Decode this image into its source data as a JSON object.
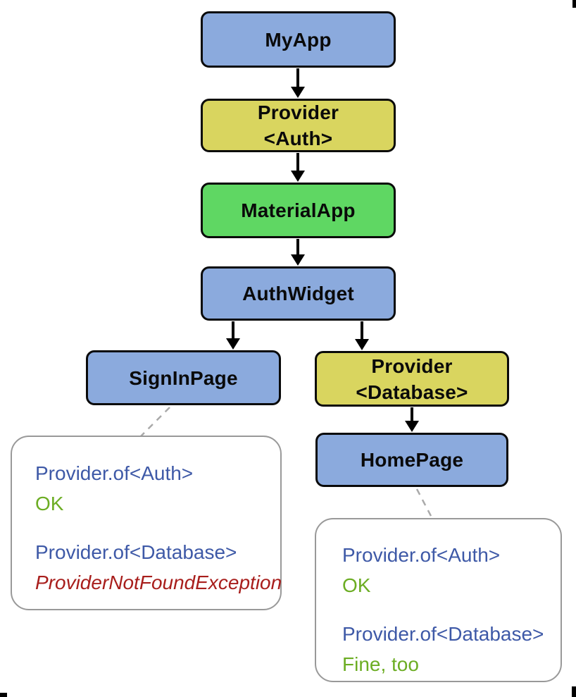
{
  "diagram": {
    "nodes": {
      "myapp": {
        "label": "MyApp"
      },
      "provider_auth": {
        "label": "Provider\n<Auth>"
      },
      "materialapp": {
        "label": "MaterialApp"
      },
      "authwidget": {
        "label": "AuthWidget"
      },
      "signinpage": {
        "label": "SignInPage"
      },
      "provider_database": {
        "label": "Provider\n<Database>"
      },
      "homepage": {
        "label": "HomePage"
      }
    },
    "callouts": {
      "left": {
        "line1": "Provider.of<Auth>",
        "line2": "OK",
        "line3": "Provider.of<Database>",
        "line4": "ProviderNotFoundException"
      },
      "right": {
        "line1": "Provider.of<Auth>",
        "line2": "OK",
        "line3": "Provider.of<Database>",
        "line4": "Fine, too"
      }
    },
    "colors": {
      "node_blue": "#8BAADD",
      "node_yellow": "#D9D55F",
      "node_green": "#5FD763",
      "text_blue": "#3E59A7",
      "text_green": "#6CAD23",
      "text_red": "#A81E1C"
    }
  }
}
